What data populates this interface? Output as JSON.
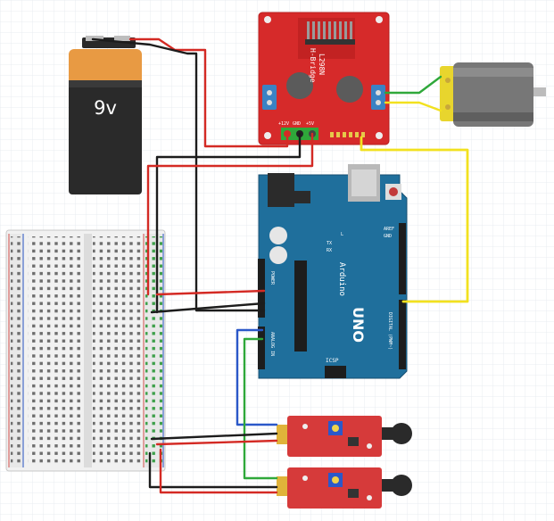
{
  "battery": {
    "label": "9v"
  },
  "hbridge": {
    "chip": "L298N",
    "name": "H-Bridge",
    "pin_left": "+12V",
    "pin_mid": "GND",
    "pin_right": "+5V"
  },
  "arduino": {
    "brand": "Arduino",
    "model": "UNO",
    "icsp": "ICSP",
    "tx": "TX",
    "rx": "RX",
    "l": "L",
    "power": "POWER",
    "analog": "ANALOG IN",
    "digital": "DIGITAL (PWM~)",
    "aref": "AREF",
    "gnd": "GND"
  },
  "colors": {
    "red": "#d42a24",
    "black": "#1c1c1c",
    "yellow": "#f2e11f",
    "green": "#2fa83a",
    "blue": "#2b58c9",
    "board": "#1f6f9c",
    "hbridge": "#d62a2a",
    "sensor": "#d63a3a"
  }
}
